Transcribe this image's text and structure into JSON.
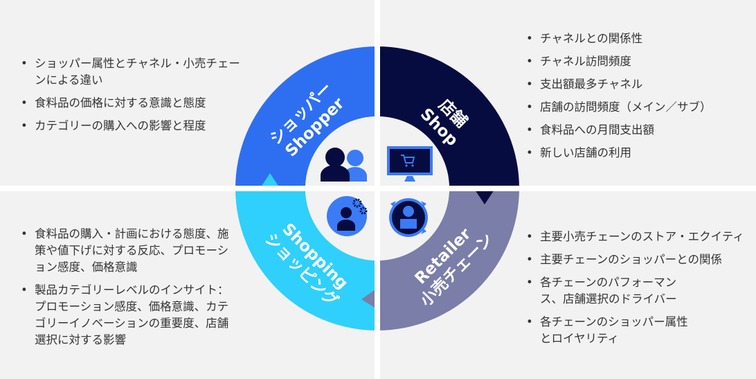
{
  "quadrants": {
    "shopper": {
      "ja": "ショッパー",
      "en": "Shopper",
      "color": "#2e6ff2"
    },
    "shop": {
      "ja": "店舗",
      "en": "Shop",
      "color": "#070c40"
    },
    "retailer": {
      "en": "Retailer",
      "ja": "小売チェーン",
      "color": "#7a7ea8"
    },
    "shopping": {
      "en": "Shopping",
      "ja": "ショッピング",
      "color": "#2fd0fb"
    }
  },
  "lists": {
    "shopper": [
      "ショッパー属性とチャネル・小売チェーンによる違い",
      "食料品の価格に対する意識と態度",
      "カテゴリーの購入への影響と程度"
    ],
    "shop": [
      "チャネルとの関係性",
      "チャネル訪問頻度",
      "支出額最多チャネル",
      "店舗の訪問頻度（メイン／サブ）",
      "食料品への月間支出額",
      "新しい店舗の利用"
    ],
    "shopping": [
      "食料品の購入・計画における態度、施策や値下げに対する反応、プロモーション感度、価格意識",
      "製品カテゴリーレベルのインサイト：プロモーション感度、価格意識、カテゴリーイノベーションの重要度、店舗選択に対する影響"
    ],
    "retailer": [
      "主要小売チェーンのストア・エクイティ",
      "主要チェーンのショッパーとの関係",
      "各チェーンのパフォーマンス、店舗選択のドライバー",
      "各チェーンのショッパー属性とロイヤリティ"
    ]
  }
}
